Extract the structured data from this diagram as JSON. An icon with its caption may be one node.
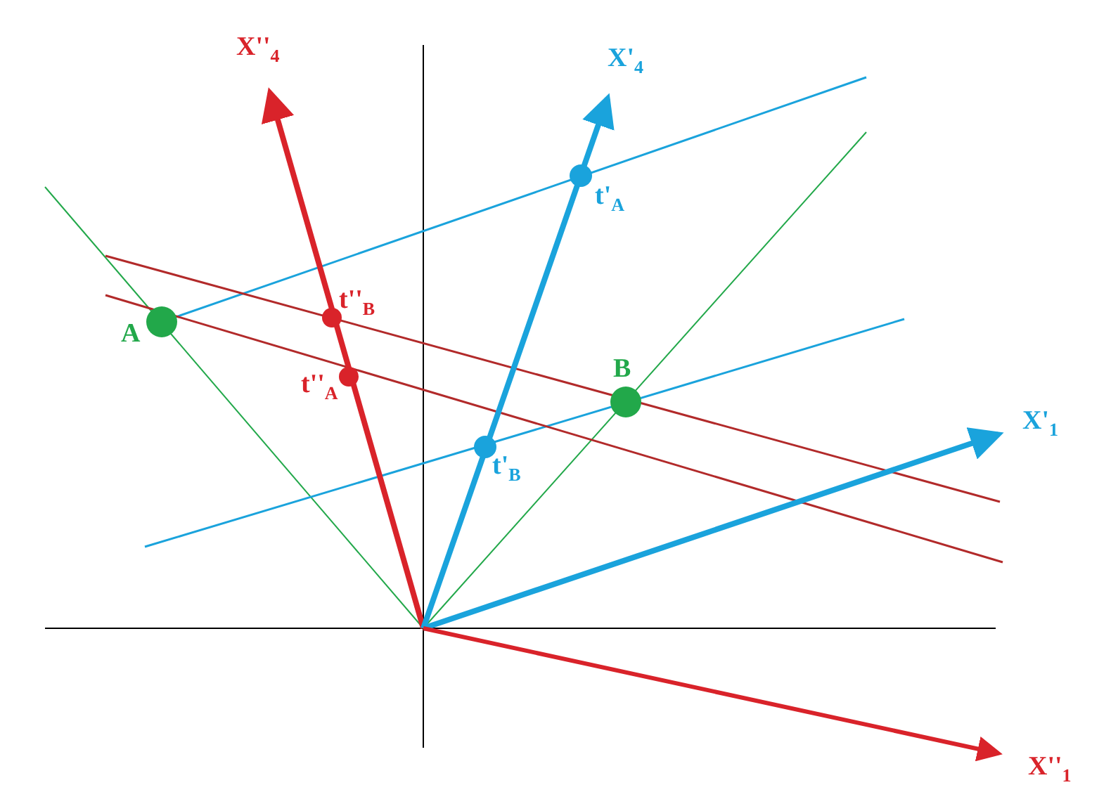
{
  "diagram": {
    "labels": [
      "X''$_{4}$",
      "X'$_{4}$",
      "t'$_{A}$",
      "t''$_{B}$",
      "A",
      "B",
      "t''$_{A}$",
      "X'$_{1}$",
      "t'$_{B}$",
      "X''$_{1}$"
    ]
  }
}
